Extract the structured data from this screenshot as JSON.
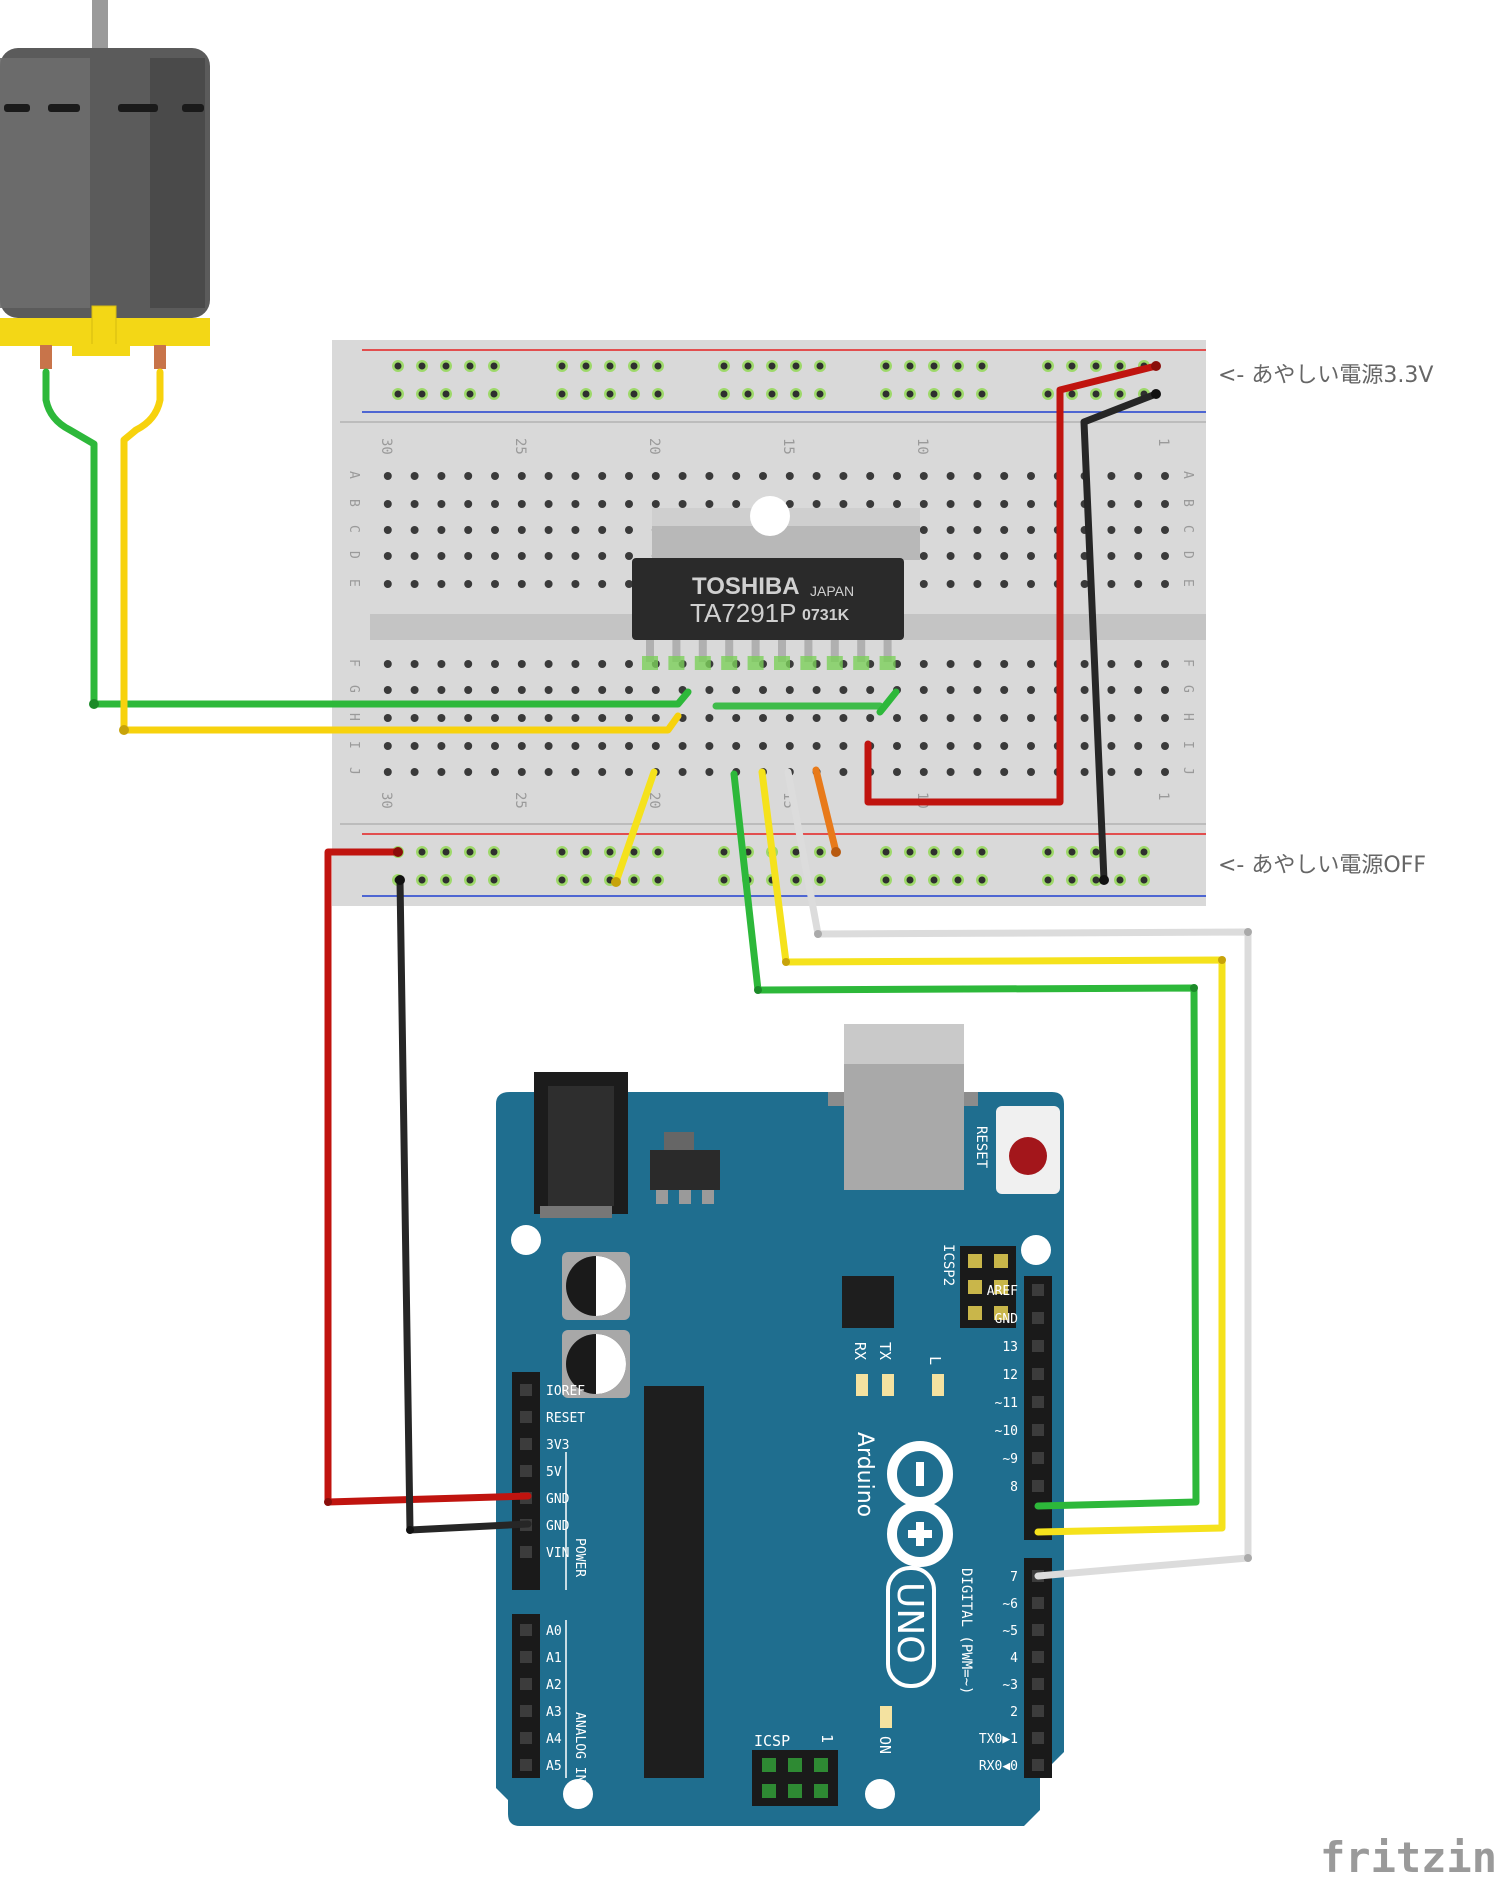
{
  "annotations": {
    "top_power": "<- あやしい電源3.3V",
    "bottom_power": "<- あやしい電源OFF"
  },
  "watermark": "fritzing",
  "breadboard": {
    "column_numbers": [
      "30",
      "25",
      "20",
      "15",
      "10",
      "1"
    ],
    "row_letters_top": [
      "A",
      "B",
      "C",
      "D",
      "E"
    ],
    "row_letters_bottom": [
      "F",
      "G",
      "H",
      "I",
      "J"
    ]
  },
  "ic": {
    "brand": "TOSHIBA",
    "origin": "JAPAN",
    "part": "TA7291P",
    "code": "0731K"
  },
  "arduino": {
    "logo_text": "Arduino",
    "model": "UNO",
    "reset_label": "RESET",
    "icsp2_label": "ICSP2",
    "icsp_label": "ICSP",
    "icsp_pin1": "1",
    "on_label": "ON",
    "tx_label": "TX",
    "rx_label": "RX",
    "l_label": "L",
    "power_section": "POWER",
    "analog_section": "ANALOG IN",
    "digital_section": "DIGITAL (PWM=~)",
    "power_pins": [
      "IOREF",
      "RESET",
      "3V3",
      "5V",
      "GND",
      "GND",
      "VIN"
    ],
    "analog_pins": [
      "A0",
      "A1",
      "A2",
      "A3",
      "A4",
      "A5"
    ],
    "digital_pins_upper": [
      "AREF",
      "GND",
      "13",
      "12",
      "~11",
      "~10",
      "~9",
      "8"
    ],
    "digital_pins_lower": [
      "7",
      "~6",
      "~5",
      "4",
      "~3",
      "2",
      "TX0▶1",
      "RX0◀0"
    ]
  },
  "colors": {
    "board": "#1f6e8f",
    "wire_red": "#c0140f",
    "wire_black": "#262626",
    "wire_green": "#2db83a",
    "wire_yellow": "#f5e21c",
    "wire_white": "#d8d8d8",
    "wire_orange": "#e87a1a",
    "motor_yellow": "#f3d716"
  }
}
